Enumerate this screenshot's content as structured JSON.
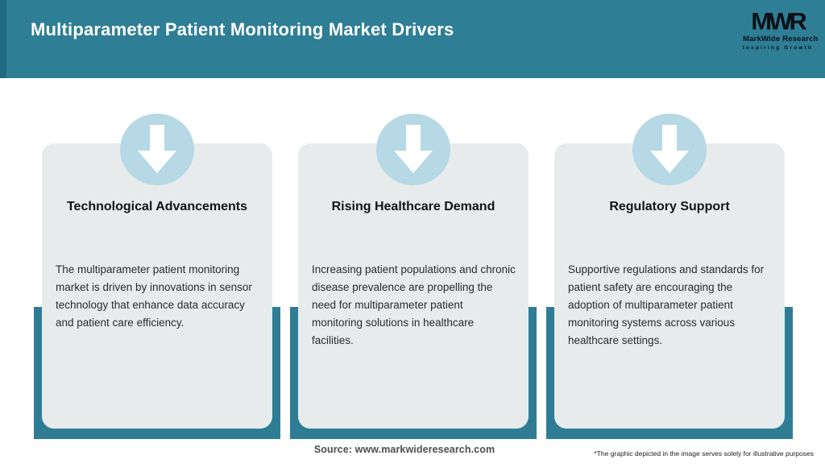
{
  "header": {
    "title": "Multiparameter Patient Monitoring Market Drivers",
    "logo": {
      "mark": "MWR",
      "name": "MarkWide Research",
      "tagline": "Inspiring Growth"
    }
  },
  "cards": [
    {
      "icon": "down-arrow-icon",
      "title": "Technological Advancements",
      "body": "The multiparameter patient monitoring market is driven by innovations in sensor technology that enhance data accuracy and patient care efficiency."
    },
    {
      "icon": "down-arrow-icon",
      "title": "Rising Healthcare Demand",
      "body": "Increasing patient populations and chronic disease prevalence are propelling the need for multiparameter patient monitoring solutions in healthcare facilities."
    },
    {
      "icon": "down-arrow-icon",
      "title": "Regulatory Support",
      "body": "Supportive regulations and standards for patient safety are encouraging the adoption of multiparameter patient monitoring systems across various healthcare settings."
    }
  ],
  "footer": {
    "source": "Source: www.markwideresearch.com",
    "disclaimer": "*The graphic depicted in the image serves solely for illustrative purposes"
  },
  "colors": {
    "header_teal": "#2e7e95",
    "header_edge": "#1f6a80",
    "frame_teal": "#2e7d94",
    "card_bg": "#e8ebec",
    "badge_blue": "#b7d8e5",
    "arrow_white": "#ffffff",
    "body_text": "#2b2b2b",
    "source_text": "#4d4d4d"
  }
}
